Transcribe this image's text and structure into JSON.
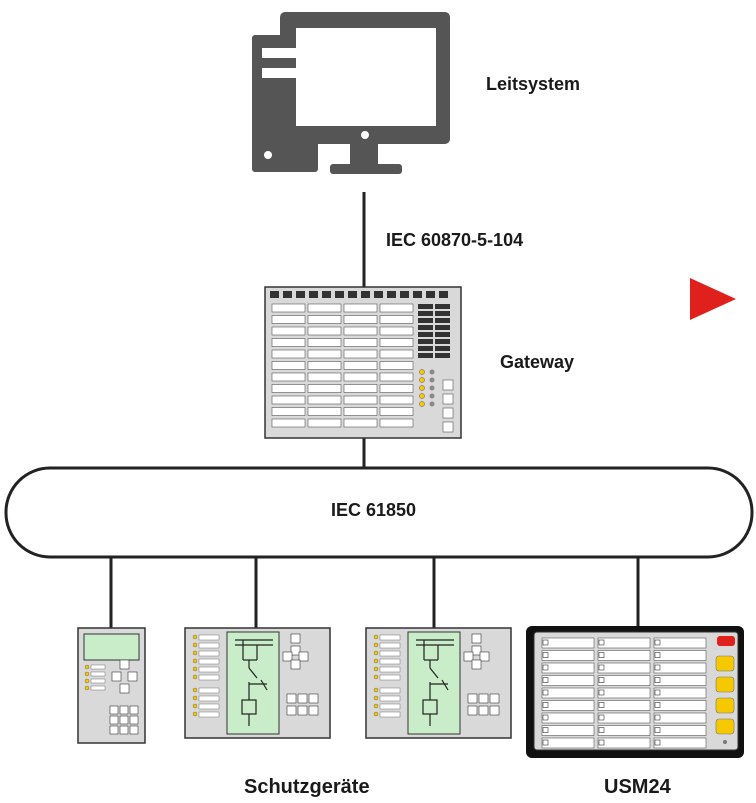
{
  "labels": {
    "control_system": "Leitsystem",
    "protocol_upper": "IEC 60870-5-104",
    "gateway": "Gateway",
    "bus": "IEC 61850",
    "protection_devices": "Schutzgeräte",
    "annunciator": "USM24"
  },
  "colors": {
    "computer": "#555555",
    "device_body": "#d9d9d9",
    "device_border": "#333333",
    "lcd": "#c9ecc9",
    "accent_red": "#e0201d",
    "led_yellow": "#f5c800",
    "line": "#222222"
  }
}
